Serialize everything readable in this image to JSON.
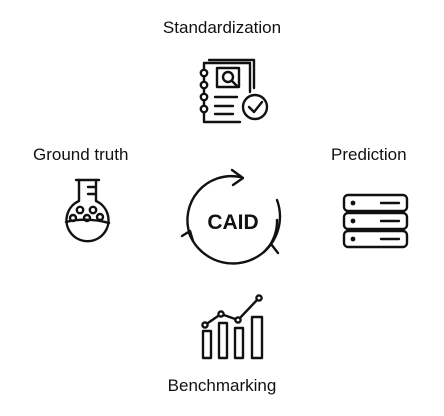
{
  "nodes": {
    "top": {
      "label": "Standardization",
      "icon": "document-search-check-icon"
    },
    "left": {
      "label": "Ground truth",
      "icon": "flask-icon"
    },
    "right": {
      "label": "Prediction",
      "icon": "server-icon"
    },
    "bottom": {
      "label": "Benchmarking",
      "icon": "bar-chart-trend-icon"
    }
  },
  "center": {
    "label": "CAID",
    "icon": "cycle-arrows-icon"
  }
}
